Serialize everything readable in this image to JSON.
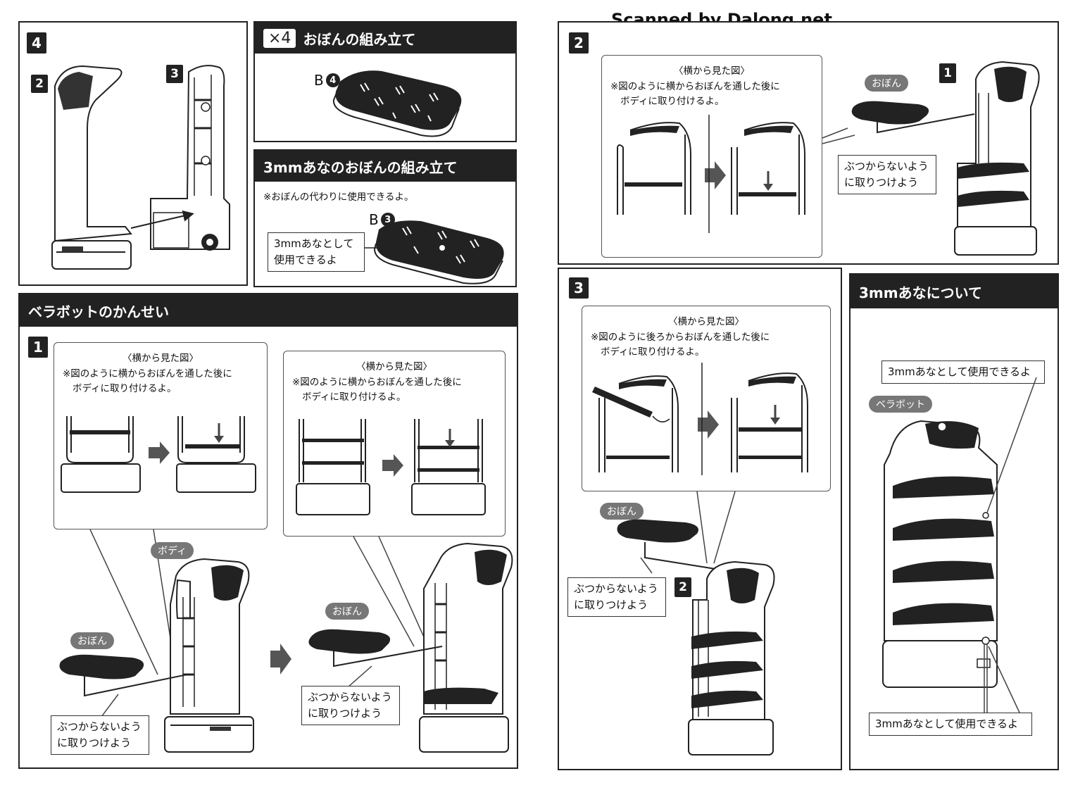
{
  "watermark": "Scanned by Dalong.net",
  "left_top": {
    "step4": {
      "num": "4",
      "badge_a": "2",
      "badge_b": "3"
    },
    "tray_assembly": {
      "title": "おぼんの組み立て",
      "qty": "×4",
      "part_letter": "B",
      "part_num": "4"
    },
    "hole_tray": {
      "title": "3mmあなのおぼんの組み立て",
      "note": "※おぼんの代わりに使用できるよ。",
      "part_letter": "B",
      "part_num": "3",
      "callout_line1": "3mmあなとして",
      "callout_line2": "使用できるよ"
    }
  },
  "completion": {
    "title": "ベラボットのかんせい",
    "step_num": "1",
    "inset1": {
      "title": "〈横から見た図〉",
      "note_line1": "※図のように横からおぼんを通した後に",
      "note_line2": "ボディに取り付けるよ。"
    },
    "inset2": {
      "title": "〈横から見た図〉",
      "note_line1": "※図のように横からおぼんを通した後に",
      "note_line2": "ボディに取り付けるよ。"
    },
    "label_body": "ボディ",
    "label_tray_a": "おぼん",
    "label_tray_b": "おぼん",
    "callout_a_line1": "ぶつからないよう",
    "callout_a_line2": "に取りつけよう",
    "callout_b_line1": "ぶつからないよう",
    "callout_b_line2": "に取りつけよう"
  },
  "right_step2": {
    "num": "2",
    "inset": {
      "title": "〈横から見た図〉",
      "note_line1": "※図のように横からおぼんを通した後に",
      "note_line2": "ボディに取り付けるよ。"
    },
    "label_tray": "おぼん",
    "badge": "1",
    "callout_line1": "ぶつからないよう",
    "callout_line2": "に取りつけよう"
  },
  "right_step3": {
    "num": "3",
    "inset": {
      "title": "〈横から見た図〉",
      "note_line1": "※図のように後ろからおぼんを通した後に",
      "note_line2": "ボディに取り付けるよ。"
    },
    "label_tray": "おぼん",
    "badge": "2",
    "callout_line1": "ぶつからないよう",
    "callout_line2": "に取りつけよう"
  },
  "about_hole": {
    "title": "3mmあなについて",
    "callout_top": "3mmあなとして使用できるよ",
    "label_robot": "ベラボット",
    "callout_bottom": "3mmあなとして使用できるよ"
  }
}
